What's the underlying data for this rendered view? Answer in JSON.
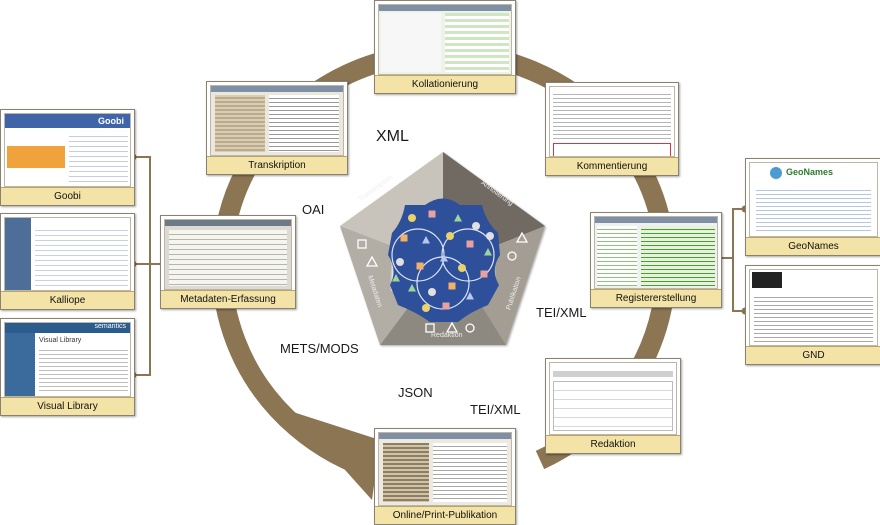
{
  "flows": {
    "xml": "XML",
    "oai": "OAI",
    "tei_xml_right": "TEI/XML",
    "mets_mods": "METS/MODS",
    "json": "JSON",
    "tei_xml_bottom": "TEI/XML"
  },
  "stations": {
    "kollationierung": "Kollationierung",
    "transkription": "Transkription",
    "kommentierung": "Kommentierung",
    "metadaten": "Metadaten-Erfassung",
    "register": "Registererstellung",
    "redaktion": "Redaktion",
    "publikation": "Online/Print-Publikation"
  },
  "sources": {
    "goobi": "Goobi",
    "kalliope": "Kalliope",
    "visual_library": "Visual Library",
    "geonames": "GeoNames",
    "gnd": "GND"
  },
  "screens": {
    "goobi_logo": "Goobi",
    "geonames_logo": "GeoNames",
    "vl_logo": "semantics",
    "vl_heading": "Visual Library"
  },
  "pentagon": {
    "seg_top_left": "Transkription",
    "seg_top_right": "Annotierung",
    "seg_right": "Publikation",
    "seg_bottom": "Redaktion",
    "seg_left": "Metadaten"
  },
  "colors": {
    "arrow": "#8b7553",
    "caption_bg": "#f3e3a6",
    "center_blue": "#2d4f9a",
    "seg_light": "#c9c4bb",
    "seg_mid": "#a39d94",
    "seg_dark": "#6f6a63"
  }
}
